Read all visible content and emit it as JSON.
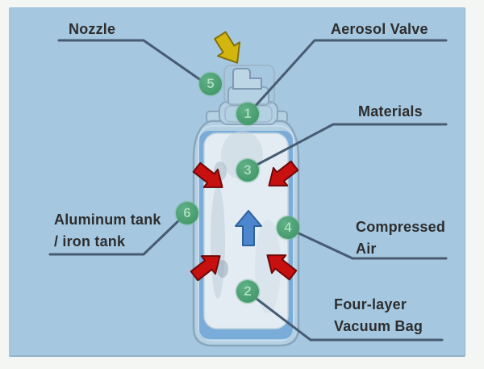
{
  "diagram": {
    "subject": "aerosol-can-structure",
    "labels": {
      "nozzle": {
        "text": "Nozzle",
        "badge": "5"
      },
      "aerosol_valve": {
        "text": "Aerosol Valve",
        "badge": "1"
      },
      "materials": {
        "text": "Materials",
        "badge": "3"
      },
      "compressed_air": {
        "line1": "Compressed",
        "line2": "Air",
        "badge": "4"
      },
      "four_layer": {
        "line1": "Four-layer",
        "line2": "Vacuum Bag",
        "badge": "2"
      },
      "aluminum_tank": {
        "line1": "Aluminum tank",
        "line2": "/ iron tank",
        "badge": "6"
      }
    },
    "badges": {
      "b1": "1",
      "b2": "2",
      "b3": "3",
      "b4": "4",
      "b5": "5",
      "b6": "6"
    },
    "icons": {
      "yellow_arrow": "press-down-spray-arrow-icon",
      "red_arrows": "inward-pressure-arrow-icon",
      "blue_arrow": "upward-flow-arrow-icon"
    },
    "colors": {
      "panel_bg": "#a5c8e0",
      "leader_line": "#475c72",
      "label_text": "#2d2d2d",
      "badge_green": "#4da377",
      "badge_digit": "#aadec0",
      "arrow_red": "#c81010",
      "arrow_blue": "#4c87cd",
      "arrow_yellow": "#d3b60d",
      "can_body": "#b4d0e3",
      "can_outline": "#8aa6bc",
      "can_cavity": "#7aacd9",
      "vacuum_bag": "#e3ecf2"
    }
  }
}
